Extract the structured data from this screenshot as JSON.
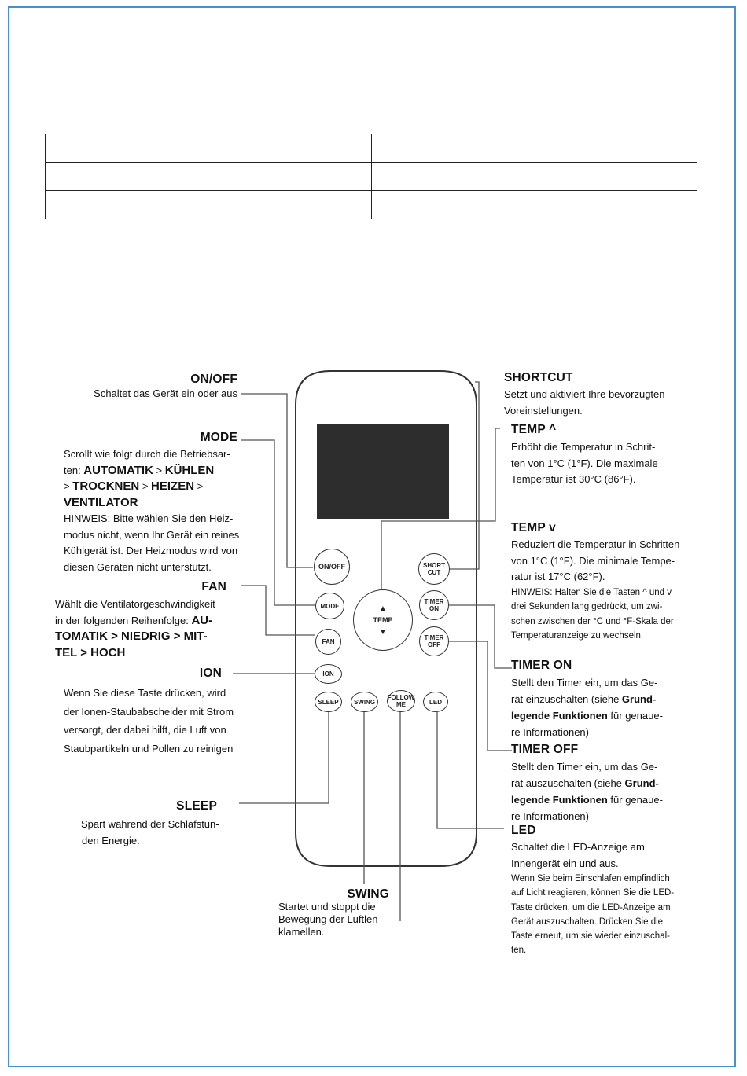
{
  "table": {
    "rows": [
      [
        "",
        ""
      ],
      [
        "",
        ""
      ],
      [
        "",
        ""
      ]
    ]
  },
  "remote": {
    "buttons": {
      "onoff": "ON/OFF",
      "shortcut": "SHORT CUT",
      "mode": "MODE",
      "timer_on": "TIMER ON",
      "temp": "TEMP",
      "fan": "FAN",
      "timer_off": "TIMER OFF",
      "ion": "ION",
      "sleep": "SLEEP",
      "swing": "SWING",
      "follow_me": "FOLLOW ME",
      "led": "LED",
      "up_arrow": "▲",
      "down_arrow": "▼"
    }
  },
  "labels": {
    "onoff": {
      "title": "ON/OFF",
      "lines": [
        "Schaltet das Gerät ein oder aus"
      ]
    },
    "mode": {
      "title": "MODE",
      "l1": "Scrollt wie folgt durch die Betriebsar-",
      "l2_pre": "ten: ",
      "l2_b1": "AUTOMATIK",
      "sep": " > ",
      "l2_b2": "KÜHLEN",
      "l3_pre": "> ",
      "l3_b1": "TROCKNEN",
      "l3_b2": "HEIZEN",
      "l3_post": " >",
      "l4_b": "VENTILATOR",
      "note": [
        "HINWEIS: Bitte wählen Sie den Heiz-",
        "modus nicht, wenn Ihr Gerät ein reines",
        "Kühlgerät ist. Der Heizmodus wird von",
        "diesen Geräten nicht unterstützt."
      ]
    },
    "fan": {
      "title": "FAN",
      "l1": "Wählt die Ventilatorgeschwindigkeit",
      "l2_pre": "in der folgenden Reihenfolge: ",
      "l2_b": "AU-",
      "l3_b": "TOMATIK > NIEDRIG > MIT-",
      "l4_b": "TEL > HOCH"
    },
    "ion": {
      "title": "ION",
      "lines": [
        "Wenn Sie diese Taste drücken, wird",
        "der Ionen-Staubabscheider mit Strom",
        "versorgt, der dabei hilft, die Luft von",
        "Staubpartikeln und Pollen zu reinigen"
      ]
    },
    "sleep": {
      "title": "SLEEP",
      "lines": [
        "Spart während der Schlafstun-",
        "den Energie."
      ]
    },
    "swing": {
      "title": "SWING",
      "lines": [
        "Startet und stoppt die",
        "Bewegung der Luftlen-",
        "klamellen."
      ]
    },
    "shortcut": {
      "title": "SHORTCUT",
      "lines": [
        "Setzt und aktiviert Ihre bevorzugten",
        "Voreinstellungen."
      ]
    },
    "temp_up": {
      "title": "TEMP ^",
      "lines": [
        "Erhöht die Temperatur in Schrit-",
        "ten von 1°C (1°F). Die maximale",
        "Temperatur ist 30°C (86°F)."
      ]
    },
    "temp_down": {
      "title": "TEMP v",
      "lines": [
        "Reduziert die Temperatur in Schritten",
        "von 1°C (1°F). Die minimale Tempe-",
        "ratur ist 17°C (62°F)."
      ],
      "note": [
        "HINWEIS: Halten Sie die Tasten ^ und v",
        "drei Sekunden lang gedrückt, um zwi-",
        "schen zwischen der °C und °F-Skala der",
        "Temperaturanzeige zu wechseln."
      ]
    },
    "timer_on": {
      "title": "TIMER ON",
      "l1": "Stellt den Timer ein, um das Ge-",
      "l2": "rät einzuschalten (siehe ",
      "l2_b": "Grund-",
      "l3_b": "legende Funktionen",
      "l3": " für genaue-",
      "l4": "re Informationen)"
    },
    "timer_off": {
      "title": "TIMER OFF",
      "l1": "Stellt den Timer ein, um das Ge-",
      "l2": "rät auszuschalten (siehe ",
      "l2_b": "Grund-",
      "l3_b": "legende Funktionen",
      "l3": " für genaue-",
      "l4": "re Informationen)"
    },
    "led": {
      "title": "LED",
      "lines": [
        "Schaltet die LED-Anzeige am",
        "Innengerät ein und aus."
      ],
      "note": [
        "Wenn Sie beim Einschlafen empfindlich",
        "auf Licht reagieren, können Sie die LED-",
        "Taste drücken, um die LED-Anzeige am",
        "Gerät auszuschalten. Drücken Sie die",
        "Taste erneut, um sie wieder einzuschal-",
        "ten."
      ]
    }
  }
}
